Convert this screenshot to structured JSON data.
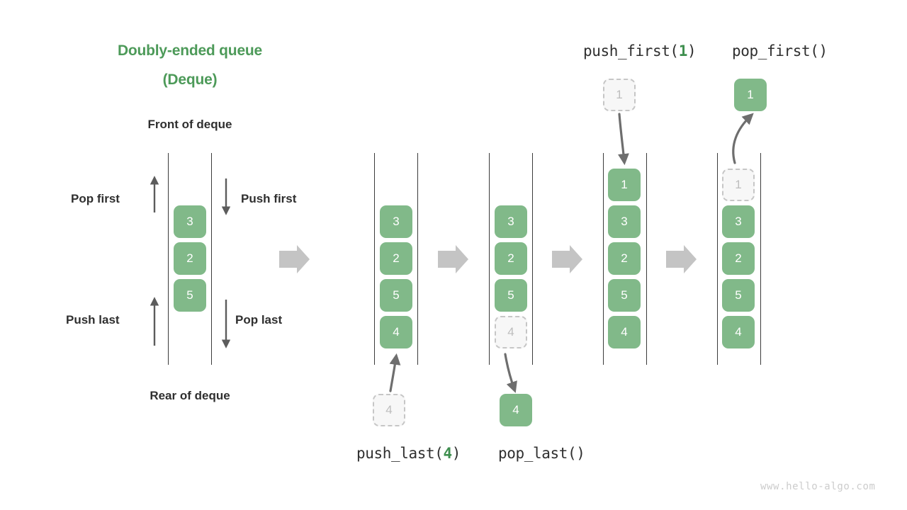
{
  "title": {
    "line1": "Doubly-ended queue",
    "line2": "(Deque)"
  },
  "labels": {
    "front": "Front of deque",
    "rear": "Rear of deque",
    "pop_first": "Pop first",
    "push_first": "Push first",
    "push_last": "Push last",
    "pop_last": "Pop last"
  },
  "operations": {
    "push_last": {
      "name": "push_last(",
      "arg": "4",
      "close": ")"
    },
    "pop_last": {
      "name": "pop_last(",
      "arg": "",
      "close": ")"
    },
    "push_first": {
      "name": "push_first(",
      "arg": "1",
      "close": ")"
    },
    "pop_first": {
      "name": "pop_first(",
      "arg": "",
      "close": ")"
    }
  },
  "colors": {
    "accent_green": "#4d9a59",
    "node_green": "#81b989",
    "ghost_fill": "#f7f7f7",
    "ghost_border": "#c6c6c6",
    "ghost_text": "#bdbdbd",
    "rail": "#3b3b3b",
    "arrow_gray": "#c4c4c4",
    "arrow_dark": "#6e6e6e",
    "text": "#2f2f2f",
    "watermark": "#cccccc"
  },
  "stages": [
    {
      "id": "overview",
      "values": [
        "3",
        "2",
        "5"
      ],
      "ghosts": []
    },
    {
      "id": "push-last-result",
      "values": [
        "3",
        "2",
        "5",
        "4"
      ],
      "ghosts": [],
      "incoming": {
        "value": "4",
        "position": "bottom"
      }
    },
    {
      "id": "pop-last",
      "values": [
        "3",
        "2",
        "5"
      ],
      "ghosts": [
        {
          "value": "4",
          "index": 3
        }
      ],
      "outgoing": {
        "value": "4",
        "position": "bottom"
      }
    },
    {
      "id": "push-first-result",
      "values": [
        "1",
        "3",
        "2",
        "5",
        "4"
      ],
      "ghosts": [],
      "incoming": {
        "value": "1",
        "position": "top"
      }
    },
    {
      "id": "pop-first",
      "values": [
        "3",
        "2",
        "5",
        "4"
      ],
      "ghosts": [
        {
          "value": "1",
          "index": 0
        }
      ],
      "outgoing": {
        "value": "1",
        "position": "top"
      }
    }
  ],
  "watermark": "www.hello-algo.com"
}
